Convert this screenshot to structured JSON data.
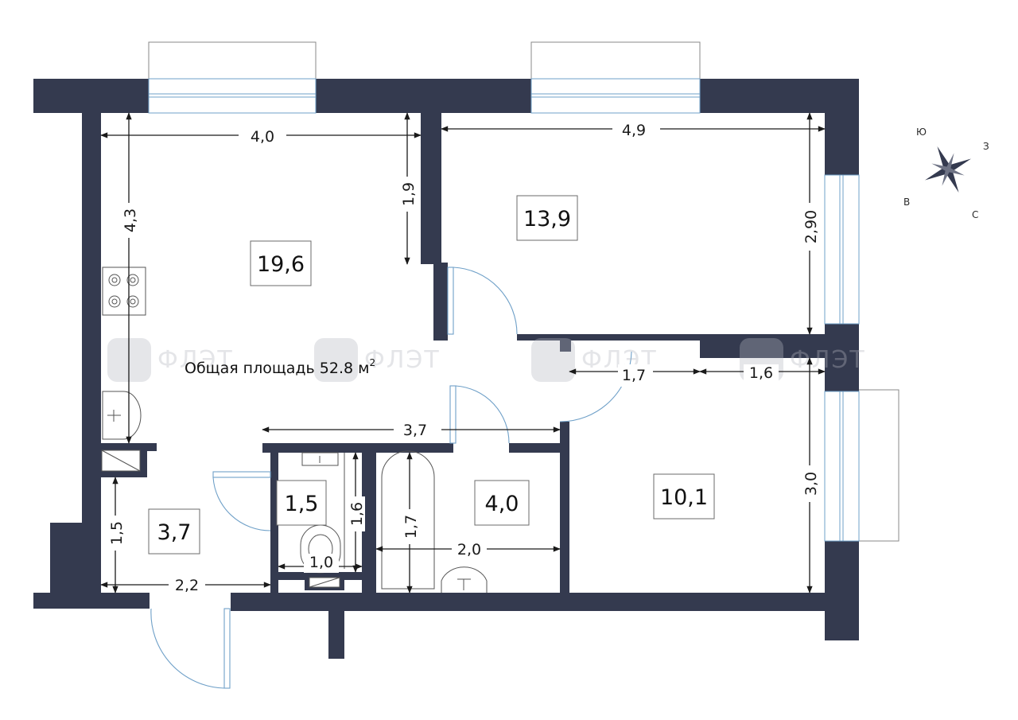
{
  "total_area_label": "Общая площадь 52.8 м",
  "total_area_superscript": "2",
  "rooms": [
    {
      "id": "living-kitchen",
      "area": "19,6"
    },
    {
      "id": "bedroom-1",
      "area": "13,9"
    },
    {
      "id": "bedroom-2",
      "area": "10,1"
    },
    {
      "id": "hallway",
      "area": "3,7"
    },
    {
      "id": "toilet",
      "area": "1,5"
    },
    {
      "id": "bathroom",
      "area": "4,0"
    }
  ],
  "dimensions": {
    "living_width": "4,0",
    "living_depth": "4,3",
    "living_partition": "1,9",
    "bedroom1_width": "4,9",
    "bedroom1_depth": "2,90",
    "corridor_width": "3,7",
    "bedroom2_upper_left": "1,7",
    "bedroom2_upper_right": "1,6",
    "bedroom2_depth": "3,0",
    "hallway_depth": "1,5",
    "hallway_width": "2,2",
    "toilet_depth": "1,6",
    "toilet_width": "1,0",
    "bath_length": "1,7",
    "bathroom_width": "2,0"
  },
  "compass": {
    "n": "С",
    "s": "Ю",
    "e": "В",
    "w": "З"
  },
  "colors": {
    "wall": "#343a4f",
    "door": "#6fa0c8",
    "background": "#ffffff"
  }
}
